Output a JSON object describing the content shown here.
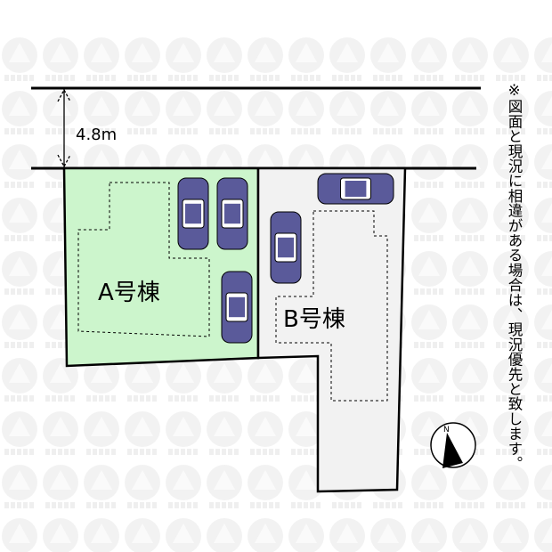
{
  "road": {
    "width_label": "4.8m"
  },
  "lots": [
    {
      "label": "A号棟",
      "fill": "#ccf5cc"
    },
    {
      "label": "B号棟",
      "fill": "#f2f2f2"
    }
  ],
  "car_color": "#5a5a9a",
  "watermark": {
    "text": "SEIBU"
  },
  "compass": {
    "icon": "north-arrow-icon",
    "letter": "N"
  },
  "note": "※図面と現況に相違がある場合は、現況優先と致します。"
}
